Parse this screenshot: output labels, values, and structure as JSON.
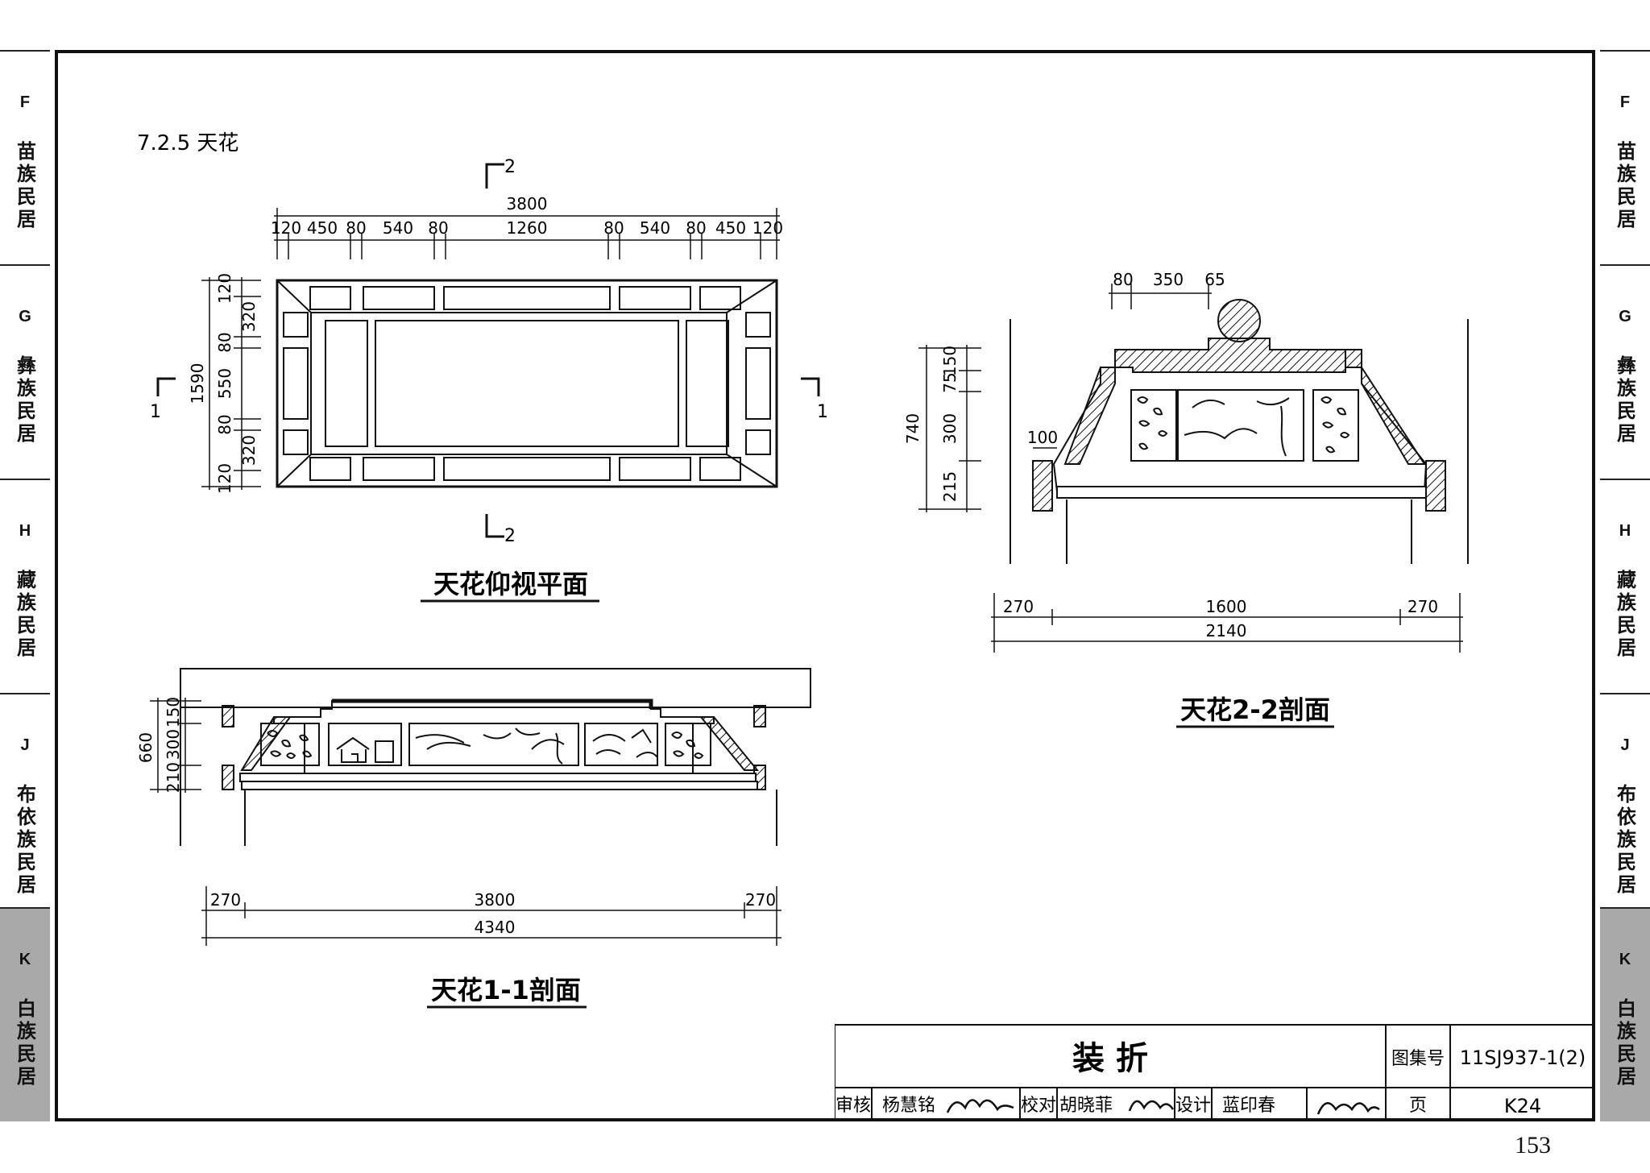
{
  "side_tabs": [
    {
      "letter": "F",
      "label": "苗族民居",
      "active": false
    },
    {
      "letter": "G",
      "label": "彝族民居",
      "active": false
    },
    {
      "letter": "H",
      "label": "藏族民居",
      "active": false
    },
    {
      "letter": "J",
      "label": "布依族民居",
      "active": false
    },
    {
      "letter": "K",
      "label": "白族民居",
      "active": true
    }
  ],
  "section_heading": "7.2.5 天花",
  "plan": {
    "title": "天花仰视平面",
    "total_width": "3800",
    "width_dims": [
      "120",
      "450",
      "80",
      "540",
      "80",
      "1260",
      "80",
      "540",
      "80",
      "450",
      "120"
    ],
    "total_height": "1590",
    "height_dims": [
      "120",
      "320",
      "80",
      "550",
      "80",
      "320",
      "120"
    ],
    "cut_1": "1",
    "cut_2": "2"
  },
  "section_1_1": {
    "title": "天花1-1剖面",
    "height_total": "660",
    "height_dims": [
      "150",
      "300",
      "210"
    ],
    "width_dims": [
      "270",
      "3800",
      "270"
    ],
    "total_width": "4340"
  },
  "section_2_2": {
    "title": "天花2-2剖面",
    "top_dims": [
      "80",
      "350",
      "65"
    ],
    "height_total": "740",
    "height_dims": [
      "150",
      "75",
      "300",
      "215"
    ],
    "side_dim": "100",
    "width_dims": [
      "270",
      "1600",
      "270"
    ],
    "total_width": "2140"
  },
  "title_block": {
    "drawing_title": "装  折",
    "atlas_label": "图集号",
    "atlas_number": "11SJ937-1(2)",
    "review_label": "审核",
    "review_name": "杨慧铭",
    "check_label": "校对",
    "check_name": "胡晓菲",
    "design_label": "设计",
    "design_name": "蓝印春",
    "page_label": "页",
    "page_code": "K24"
  },
  "page_number": "153"
}
